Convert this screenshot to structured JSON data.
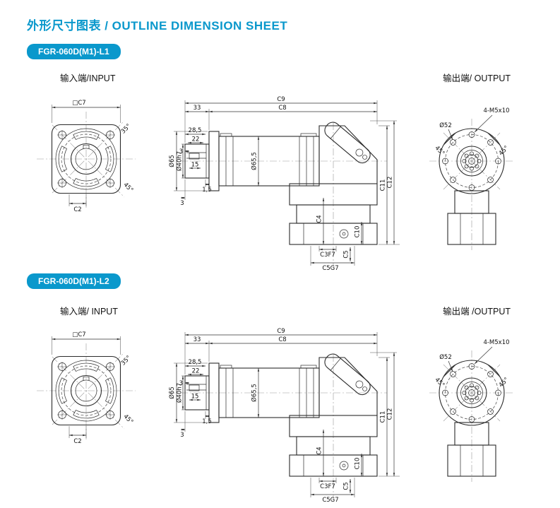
{
  "page": {
    "title": "外形尺寸图表 / OUTLINE DIMENSION SHEET",
    "accent_color": "#0a98cc"
  },
  "sections": [
    {
      "badge": "FGR-060D(M1)-L1",
      "input_label": "输入端/INPUT",
      "output_label": "输出端/ OUTPUT"
    },
    {
      "badge": "FGR-060D(M1)-L2",
      "input_label": "输入端/ INPUT",
      "output_label": "输出端 /OUTPUT"
    }
  ],
  "input_view": {
    "dim_square": "□C7",
    "dim_c2": "C2",
    "angle_top": "35°",
    "angle_bottom": "45°"
  },
  "side_view": {
    "c9": "C9",
    "c8": "C8",
    "len33": "33",
    "len285": "28,5",
    "len22": "22",
    "len3": "3",
    "len15": "15",
    "len15b": "1,5",
    "len3b": "3",
    "dia65": "Ø65",
    "dia40": "Ø40h7",
    "dia655": "Ø65,5",
    "c12": "C12",
    "c11": "C11",
    "c4": "C4",
    "c10": "C10",
    "c5": "C5",
    "c3f7": "C3F7",
    "c5g7": "C5G7"
  },
  "output_view": {
    "dia52": "Ø52",
    "bolts": "4-M5x10",
    "angle_left": "45°",
    "angle_right": "45°"
  }
}
